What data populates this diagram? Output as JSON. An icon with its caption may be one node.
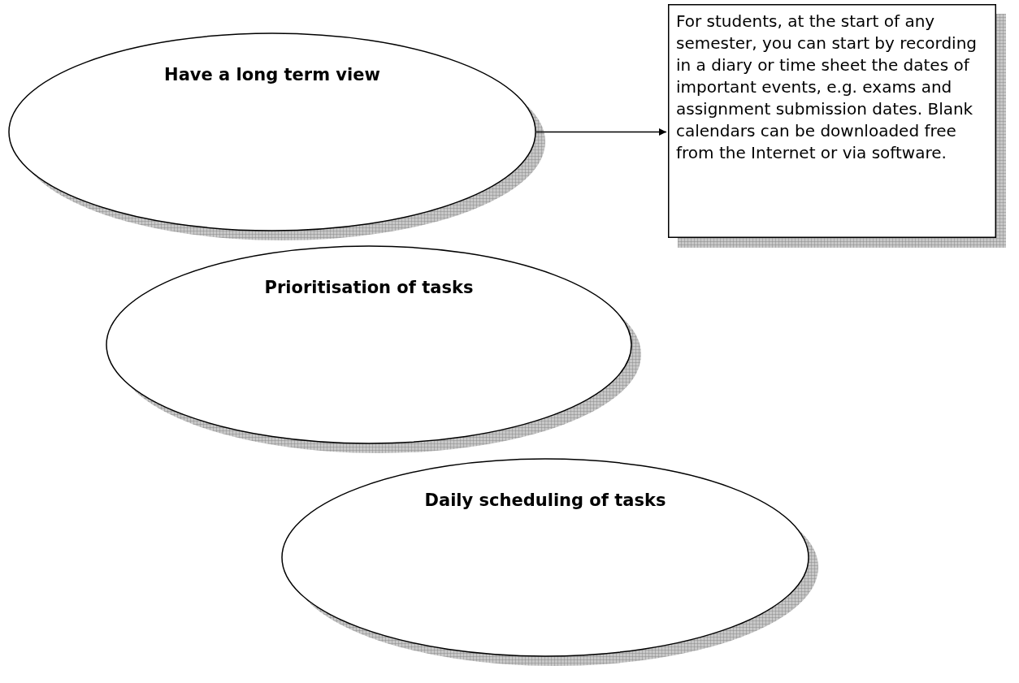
{
  "diagram": {
    "nodes": [
      {
        "text": [
          "Have a long term view"
        ]
      },
      {
        "text": [
          "Prioritisation of tasks"
        ]
      },
      {
        "text": [
          "Daily scheduling of tasks"
        ]
      },
      {
        "text": [
          "For students, at the start of any semester, you can start by recording in a diary or time sheet the dates of important events, e.g. exams and assignment submission dates. Blank calendars can be downloaded free from the Internet or via software."
        ]
      }
    ],
    "edges": [
      {
        "from": 0,
        "to": 3,
        "arrow": "to"
      }
    ]
  }
}
